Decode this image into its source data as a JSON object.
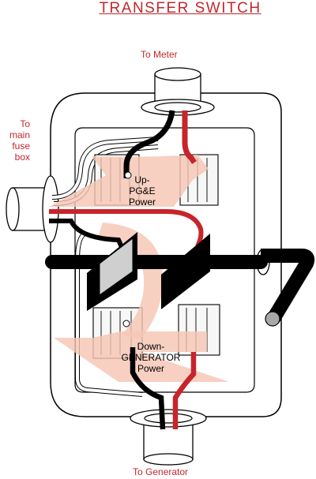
{
  "title": "TRANSFER SWITCH",
  "labels": {
    "to_meter": "To Meter",
    "to_main_fuse_box": "To\nmain\nfuse\nbox",
    "to_generator": "To Generator",
    "up_position": "Up-\nPG&E\nPower",
    "down_position": "Down-\nGENERATOR\nPower"
  },
  "colors": {
    "title_text": "#c0282e",
    "hot_wire": "#c8242b",
    "neutral_wire": "#000000",
    "arrow_fill": "#f5c6b4",
    "handle": "#000000"
  }
}
